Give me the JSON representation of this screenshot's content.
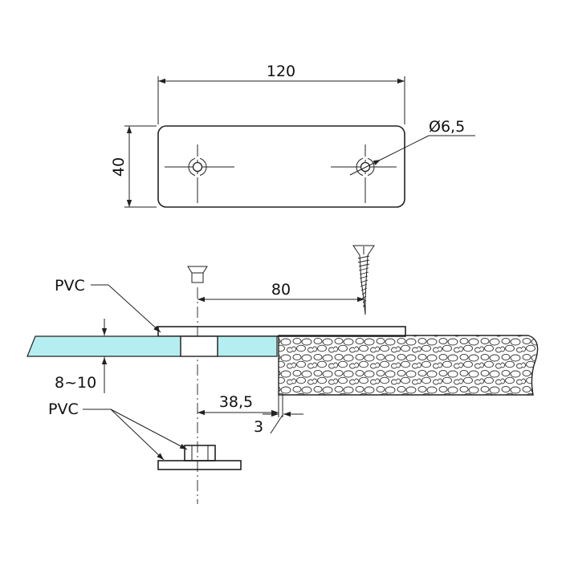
{
  "dimensions": {
    "plate_length": "120",
    "plate_width": "40",
    "hole_diameter": "Ø6,5",
    "screw_spacing": "80",
    "glass_thickness": "8~10",
    "edge_offset": "38,5",
    "gap": "3"
  },
  "labels": {
    "pvc_top": "PVC",
    "pvc_bottom": "PVC"
  },
  "colors": {
    "glass": "#b5eef0",
    "line": "#222222"
  }
}
